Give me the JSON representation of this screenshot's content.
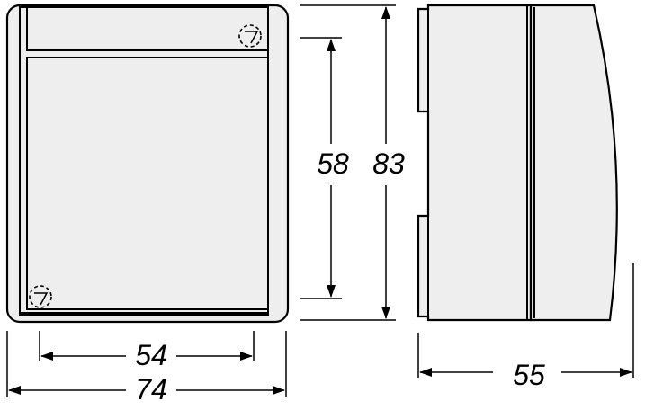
{
  "dimensions": {
    "inner_width": "54",
    "outer_width": "74",
    "inner_height": "58",
    "outer_height": "83",
    "depth": "55"
  }
}
